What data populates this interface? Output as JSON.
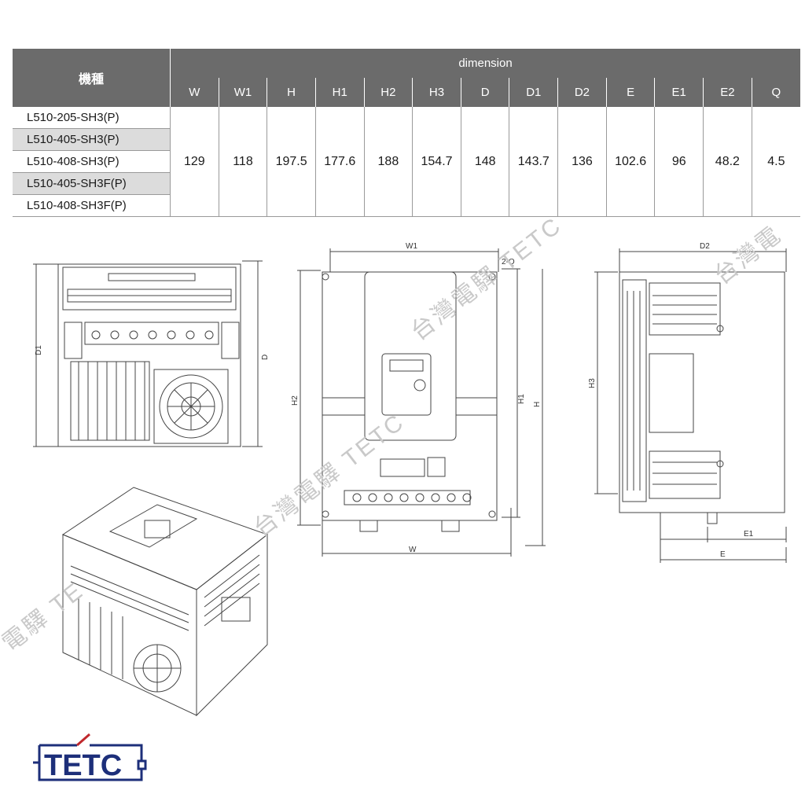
{
  "table": {
    "model_header": "機種",
    "group_header": "dimension",
    "columns": [
      "W",
      "W1",
      "H",
      "H1",
      "H2",
      "H3",
      "D",
      "D1",
      "D2",
      "E",
      "E1",
      "E2",
      "Q"
    ],
    "models": [
      "L510-205-SH3(P)",
      "L510-405-SH3(P)",
      "L510-408-SH3(P)",
      "L510-405-SH3F(P)",
      "L510-408-SH3F(P)"
    ],
    "values": [
      "129",
      "118",
      "197.5",
      "177.6",
      "188",
      "154.7",
      "148",
      "143.7",
      "136",
      "102.6",
      "96",
      "48.2",
      "4.5"
    ]
  },
  "drawing_labels": {
    "d1": "D1",
    "d": "D",
    "w1": "W1",
    "q": "2-Q",
    "h2": "H2",
    "h1": "H1",
    "h": "H",
    "w": "W",
    "d2": "D2",
    "h3": "H3",
    "e1": "E1",
    "e": "E"
  },
  "watermark": {
    "text_a": "台灣電驛 TETC",
    "text_b": "台灣電驛 TETC",
    "text_c": "台灣電",
    "text_d": "電驛 TE"
  },
  "logo": {
    "text": "TETC",
    "color": "#1d2f7a",
    "accent": "#c0282d"
  }
}
